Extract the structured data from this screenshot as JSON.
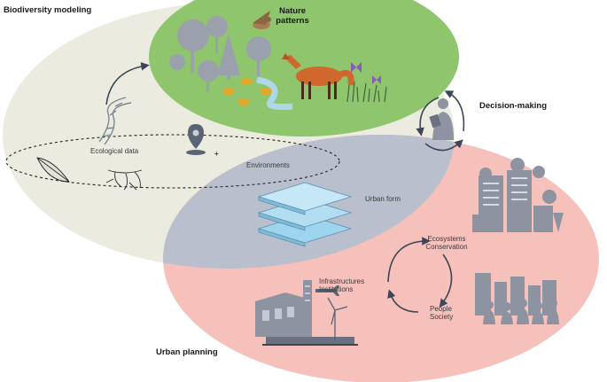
{
  "labels": {
    "biodiversity_modeling": "Biodiversity modeling",
    "nature_patterns_line1": "Nature",
    "nature_patterns_line2": "patterns",
    "decision_making": "Decision-making",
    "urban_planning": "Urban planning",
    "ecological_data": "Ecological data",
    "plus": "+",
    "environments": "Environments",
    "urban_form": "Urban form",
    "ecosystems_line1": "Ecosystems",
    "ecosystems_line2": "Conservation",
    "infrastructures_line1": "Infrastructures",
    "infrastructures_line2": "Institutions",
    "people_line1": "People",
    "people_line2": "Society"
  },
  "colors": {
    "biodiversity_region": "#ebebdf",
    "nature_region": "#8fc56c",
    "urban_region": "#f6c0bb",
    "overlap_region": "#b9bfcc",
    "urban_form_layers": "#9fd4ee",
    "buildings": "#8d93a0",
    "arrows": "#3d4656"
  },
  "icons": [
    "dna-icon",
    "leaf-icon",
    "root-icon",
    "location-pin-icon",
    "tree-icon",
    "bird-icon",
    "fox-icon",
    "bee-icon",
    "butterfly-icon",
    "person-with-tablet-icon",
    "city-buildings-icon",
    "crowd-icon",
    "building-icon",
    "plane-icon",
    "wind-turbine-icon"
  ]
}
